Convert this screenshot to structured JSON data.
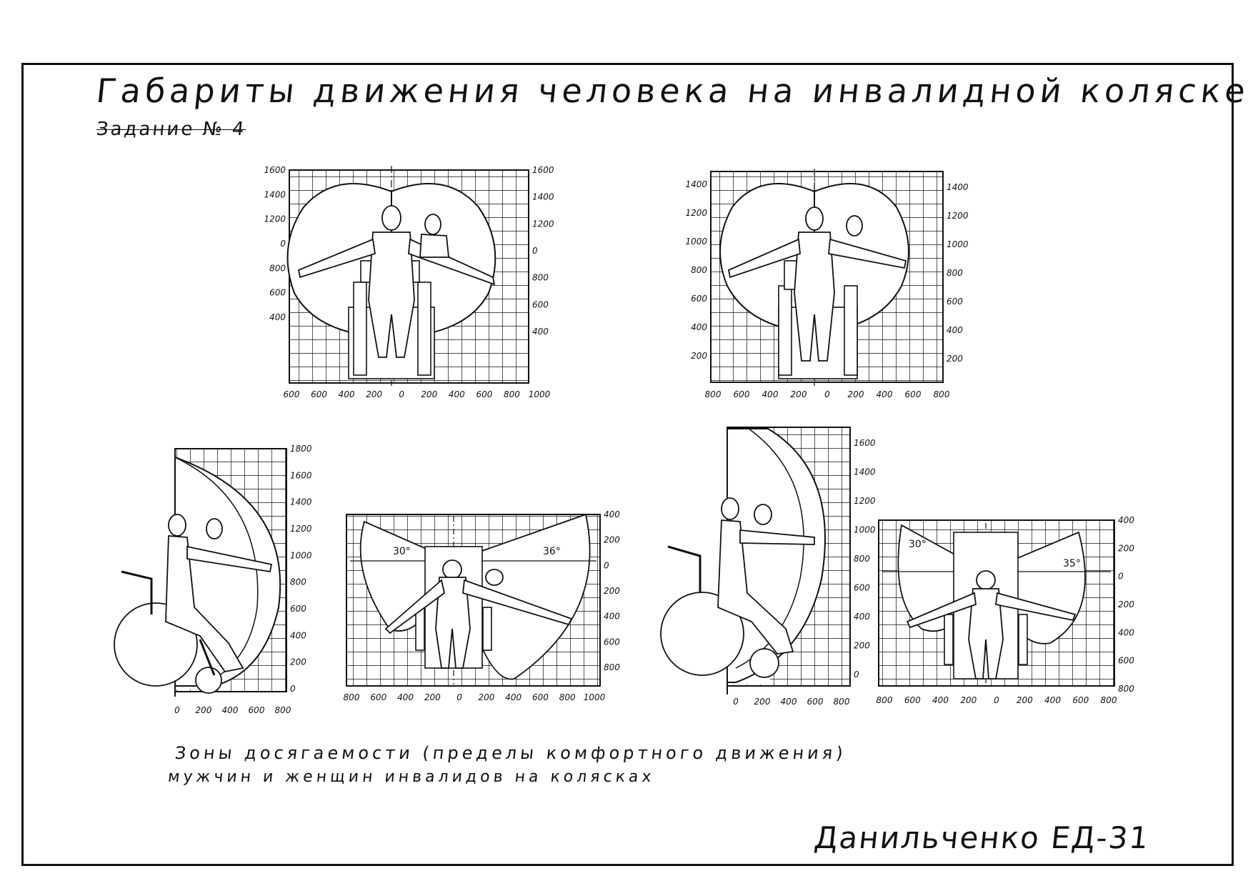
{
  "title": "Габариты движения человека на инвалидной коляске",
  "subtitle": "Задание № 4",
  "caption": {
    "line1": "Зоны досягаемости (пределы комфортного движения)",
    "line2": "мужчин и женщин инвалидов на колясках"
  },
  "author": "Данильченко ЕД-31",
  "panels": {
    "front_male": {
      "left_ticks": [
        "1600",
        "1400",
        "1200",
        "0",
        "800",
        "600",
        "400"
      ],
      "right_ticks": [
        "1600",
        "1400",
        "1200",
        "0",
        "800",
        "600",
        "400"
      ],
      "bottom_ticks": [
        "600",
        "600",
        "400",
        "200",
        "0",
        "200",
        "400",
        "600",
        "800",
        "1000"
      ]
    },
    "front_female": {
      "left_ticks": [
        "1400",
        "1200",
        "1000",
        "800",
        "600",
        "400",
        "200"
      ],
      "right_ticks": [
        "1400",
        "1200",
        "1000",
        "800",
        "600",
        "400",
        "200"
      ],
      "bottom_ticks": [
        "800",
        "600",
        "400",
        "200",
        "0",
        "200",
        "400",
        "600",
        "800"
      ]
    },
    "side_male": {
      "right_ticks": [
        "1800",
        "1600",
        "1400",
        "1200",
        "1000",
        "800",
        "600",
        "400",
        "200",
        "0"
      ],
      "bottom_ticks": [
        "0",
        "200",
        "400",
        "600",
        "800"
      ]
    },
    "top_male": {
      "right_ticks": [
        "400",
        "200",
        "0",
        "200",
        "400",
        "600",
        "800"
      ],
      "bottom_ticks": [
        "800",
        "600",
        "400",
        "200",
        "0",
        "200",
        "400",
        "600",
        "800",
        "1000"
      ],
      "angle_left": "30°",
      "angle_right": "36°"
    },
    "side_female": {
      "right_ticks": [
        "1600",
        "1400",
        "1200",
        "1000",
        "800",
        "600",
        "400",
        "200",
        "0"
      ],
      "bottom_ticks": [
        "0",
        "200",
        "400",
        "600",
        "800"
      ]
    },
    "top_female": {
      "right_ticks": [
        "400",
        "200",
        "0",
        "200",
        "400",
        "600",
        "800"
      ],
      "bottom_ticks": [
        "800",
        "600",
        "400",
        "200",
        "0",
        "200",
        "400",
        "600",
        "800"
      ],
      "angle_left": "30°",
      "angle_right": "35°"
    }
  }
}
